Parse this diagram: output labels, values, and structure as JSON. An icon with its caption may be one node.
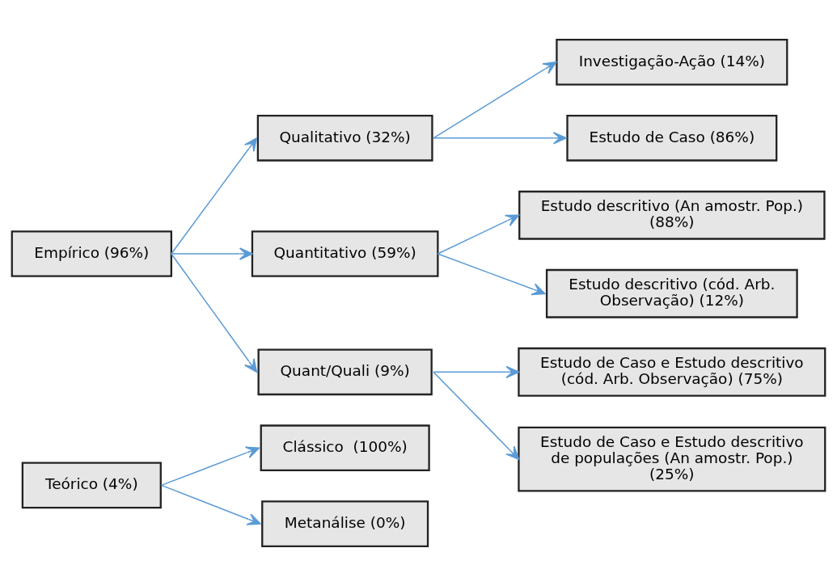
{
  "diagram": {
    "nodes": [
      {
        "text": [
          "Teórico (4%)"
        ]
      },
      {
        "text": [
          "Clássico  (100%)"
        ]
      },
      {
        "text": [
          "Metanálise (0%)"
        ]
      },
      {
        "text": [
          "Empírico (96%)"
        ]
      },
      {
        "text": [
          "Qualitativo (32%)"
        ]
      },
      {
        "text": [
          "Quantitativo (59%)"
        ]
      },
      {
        "text": [
          "Quant/Quali (9%)"
        ]
      },
      {
        "text": [
          "Investigação-Ação (14%)"
        ]
      },
      {
        "text": [
          "Estudo de Caso (86%)"
        ]
      },
      {
        "text": [
          "Estudo descritivo (An amostr. Pop.) (88%)"
        ]
      },
      {
        "text": [
          "Estudo descritivo (cód. Arb. Observação) (12%)"
        ]
      },
      {
        "text": [
          "Estudo de Caso e Estudo descritivo (cód. Arb. Observação) (75%)"
        ]
      },
      {
        "text": [
          "Estudo de Caso e Estudo descritivo de populações (An amostr. Pop.) (25%)"
        ]
      }
    ],
    "edges": [
      {
        "from": 0,
        "to": 1,
        "arrow": "to"
      },
      {
        "from": 0,
        "to": 2,
        "arrow": "to"
      },
      {
        "from": 3,
        "to": 4,
        "arrow": "to"
      },
      {
        "from": 3,
        "to": 5,
        "arrow": "to"
      },
      {
        "from": 3,
        "to": 6,
        "arrow": "to"
      },
      {
        "from": 4,
        "to": 7,
        "arrow": "to"
      },
      {
        "from": 4,
        "to": 8,
        "arrow": "to"
      },
      {
        "from": 5,
        "to": 9,
        "arrow": "to"
      },
      {
        "from": 5,
        "to": 10,
        "arrow": "to"
      },
      {
        "from": 6,
        "to": 11,
        "arrow": "to"
      },
      {
        "from": 6,
        "to": 12,
        "arrow": "to"
      }
    ]
  }
}
